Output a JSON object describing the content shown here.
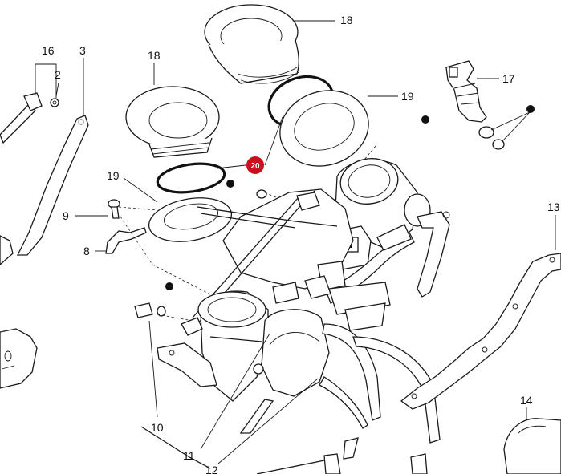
{
  "diagram": {
    "highlight_color": "#c8101e",
    "labels": {
      "l16": "16",
      "l2": "2",
      "l3": "3",
      "l18a": "18",
      "l18b": "18",
      "l17": "17",
      "l19a": "19",
      "l19b": "19",
      "l20": "20",
      "l9": "9",
      "l8": "8",
      "l13": "13",
      "l10": "10",
      "l11": "11",
      "l12": "12",
      "l14": "14"
    }
  }
}
